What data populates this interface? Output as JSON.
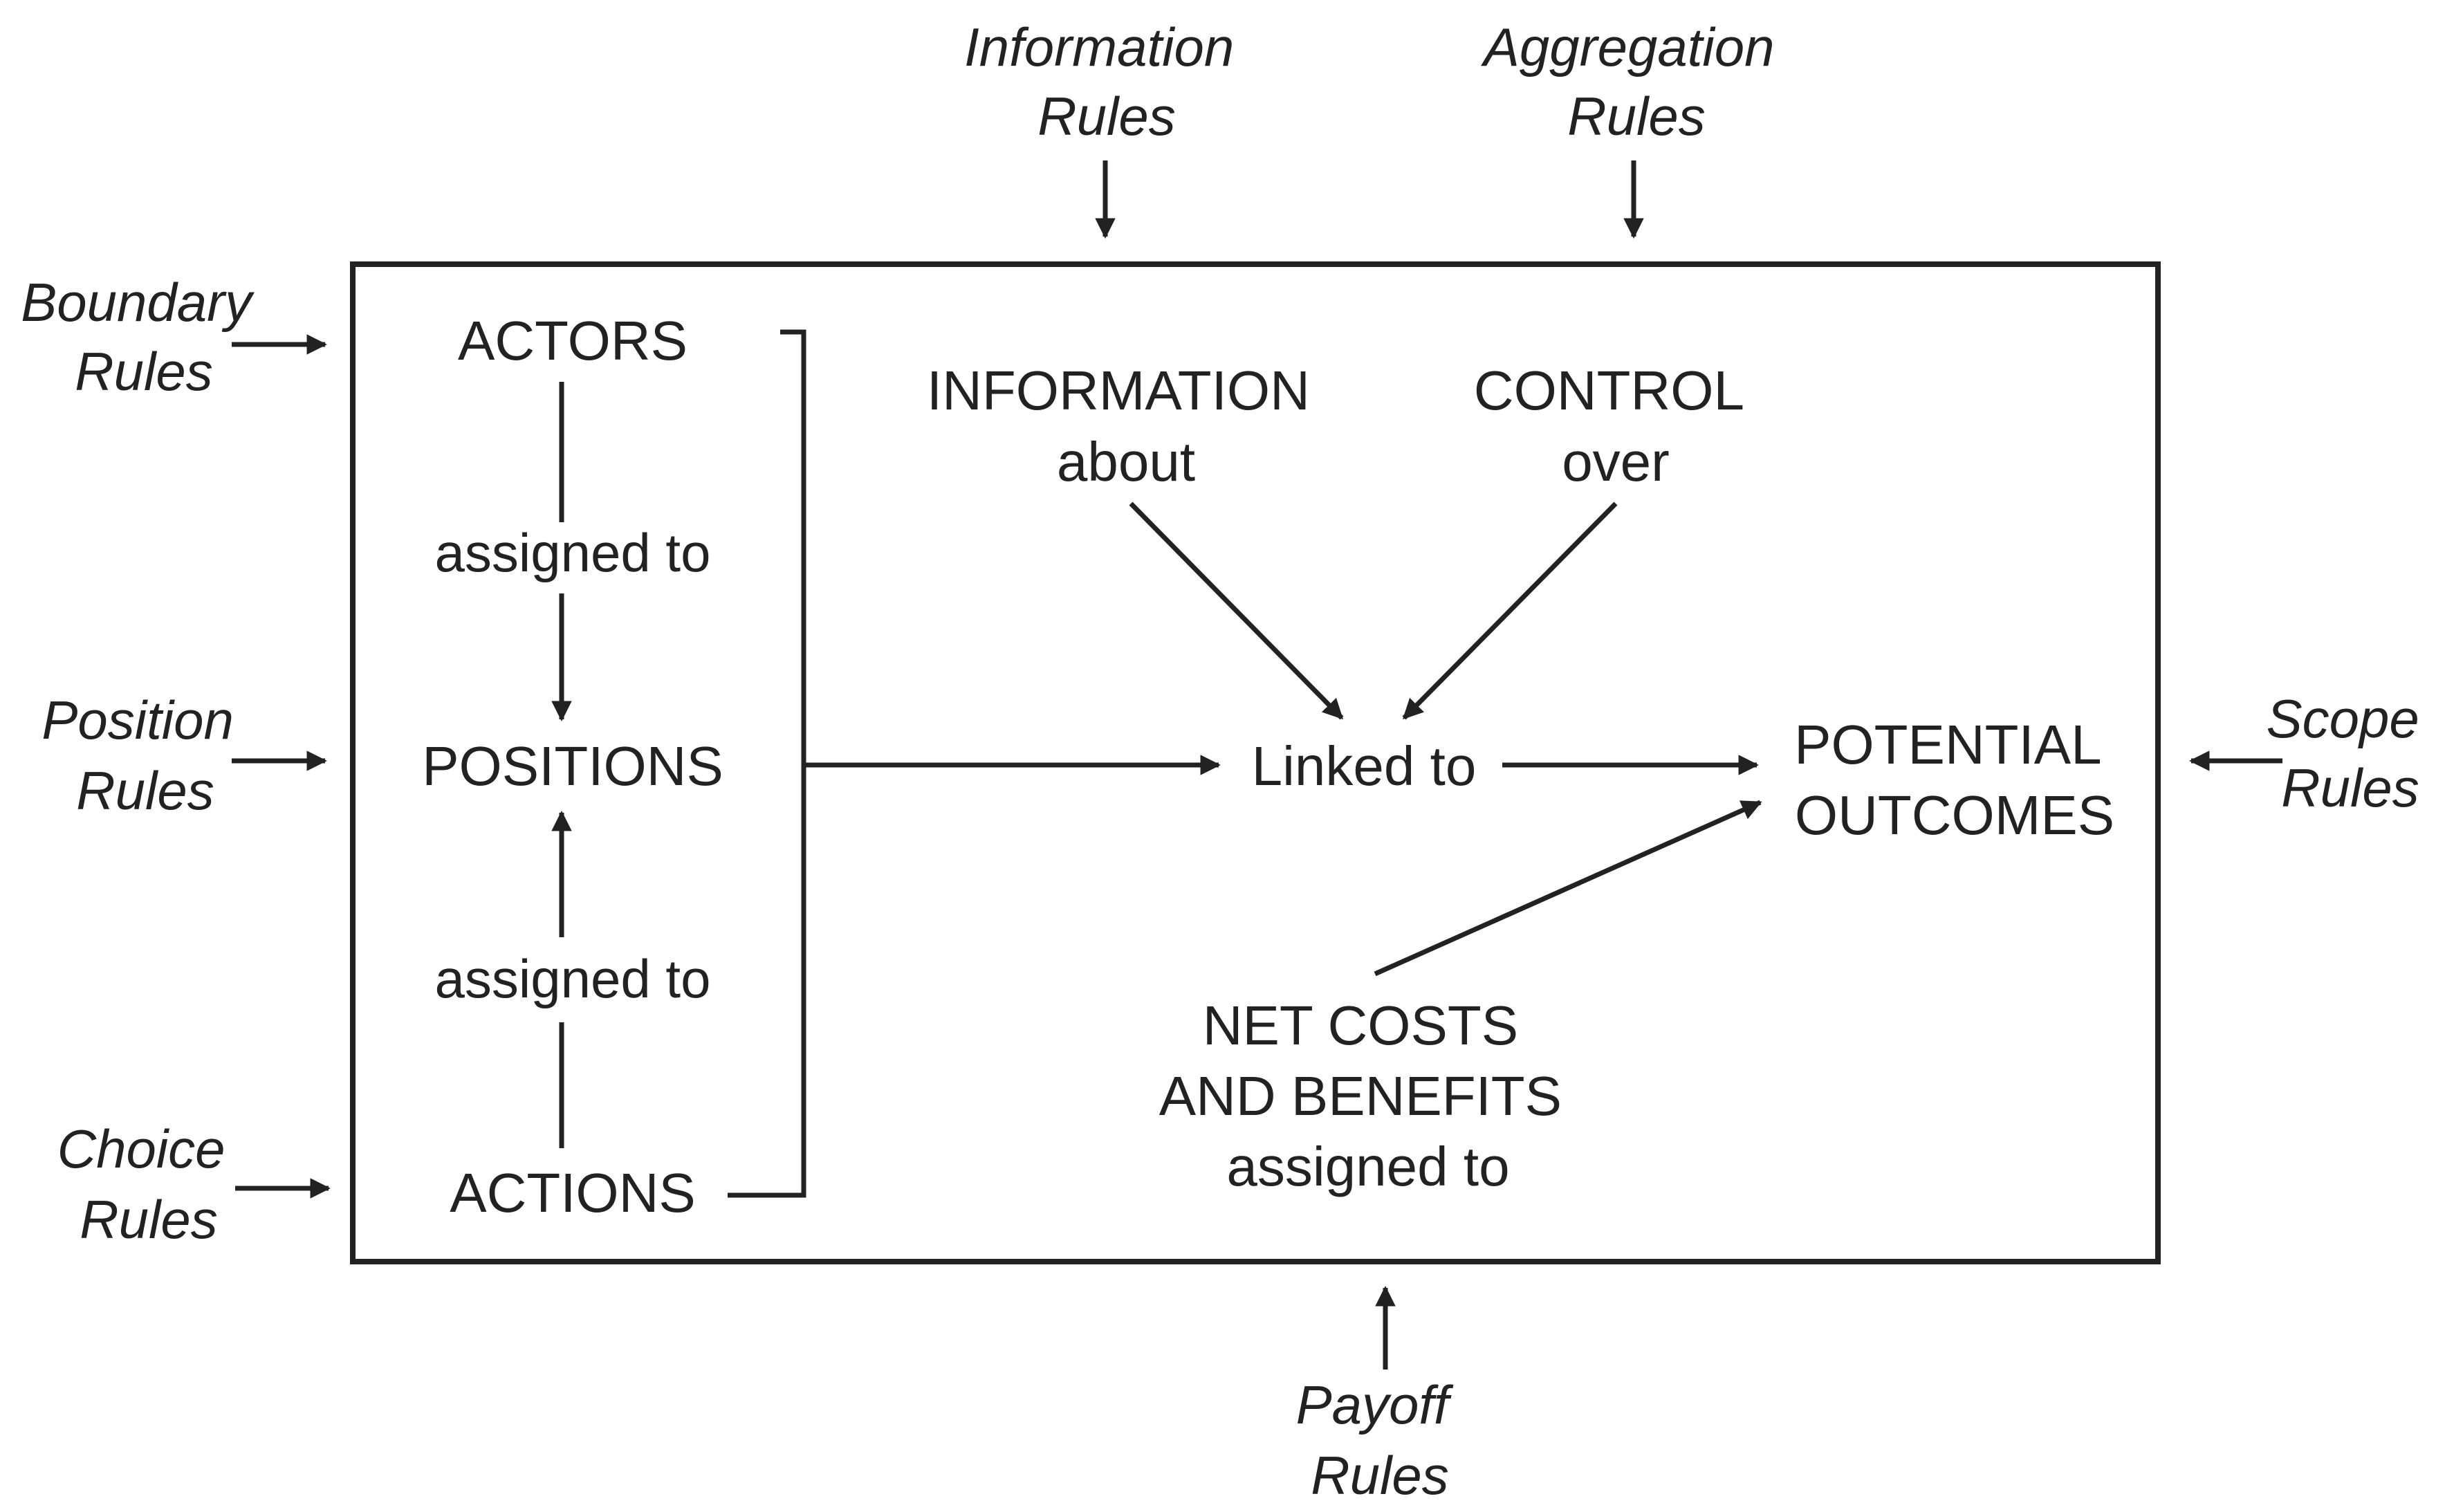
{
  "rules": {
    "information": [
      "Information",
      "Rules"
    ],
    "aggregation": [
      "Aggregation",
      "Rules"
    ],
    "boundary": [
      "Boundary",
      "Rules"
    ],
    "position": [
      "Position",
      "Rules"
    ],
    "choice": [
      "Choice",
      "Rules"
    ],
    "scope": [
      "Scope",
      "Rules"
    ],
    "payoff": [
      "Payoff",
      "Rules"
    ]
  },
  "nodes": {
    "actors": "ACTORS",
    "positions": "POSITIONS",
    "actions": "ACTIONS",
    "information": [
      "INFORMATION",
      "about"
    ],
    "control": [
      "CONTROL",
      "over"
    ],
    "linked": "Linked to",
    "outcomes": [
      "POTENTIAL",
      "OUTCOMES"
    ],
    "costs": [
      "NET COSTS",
      "AND BENEFITS",
      "assigned to"
    ]
  },
  "edges": {
    "actors_to_positions": "assigned to",
    "actions_to_positions": "assigned to"
  },
  "colors": {
    "ink": "#222222",
    "background": "#ffffff"
  }
}
